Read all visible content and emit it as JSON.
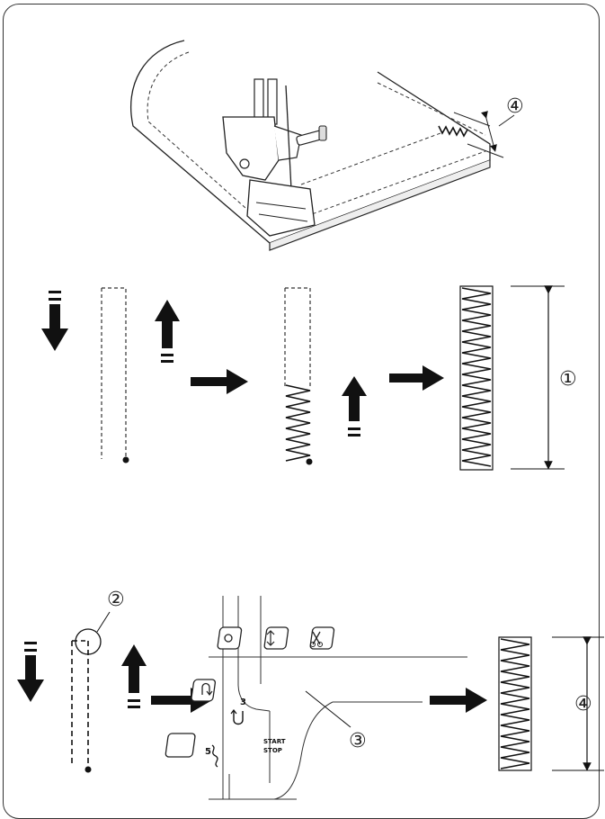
{
  "callouts": {
    "c1": "①",
    "c2": "②",
    "c3": "③",
    "c4_top": "④",
    "c4_bottom": "④"
  },
  "panel": {
    "start_stop_line1": "START",
    "start_stop_line2": "STOP",
    "lever_num_3": "3",
    "lever_num_5": "5"
  }
}
